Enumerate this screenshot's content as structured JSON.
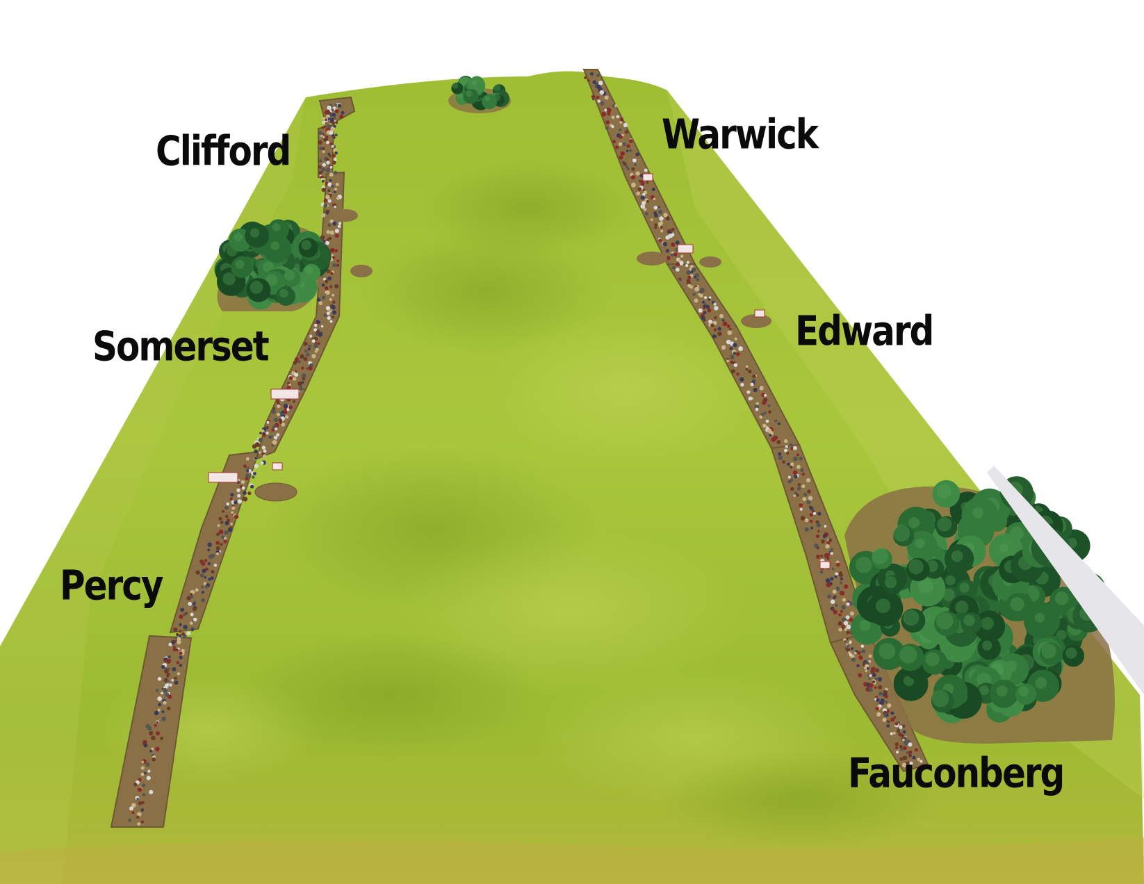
{
  "labels": {
    "clifford": "Clifford",
    "warwick": "Warwick",
    "somerset": "Somerset",
    "edward": "Edward",
    "percy": "Percy",
    "fauconberg": "Fauconberg"
  },
  "colors": {
    "grass_light": "#a8c23a",
    "grass_mid": "#8fb02a",
    "grass_dark": "#6f8f20",
    "base_brown": "#8a7046",
    "tree_dark": "#1f5a2a",
    "tree_mid": "#2f7a3a",
    "label_text": "#0a0a0a"
  }
}
